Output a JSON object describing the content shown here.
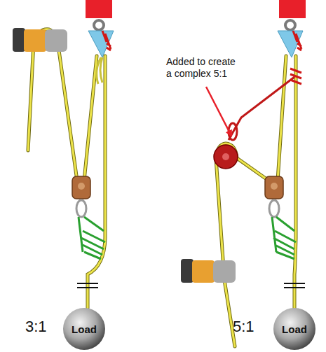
{
  "diagram": {
    "nodes": [
      {
        "text": [
          "Load"
        ]
      },
      {
        "text": [
          "Load"
        ]
      }
    ],
    "labels": [
      "Added to create a complex 5:1",
      "3:1",
      "5:1"
    ]
  }
}
